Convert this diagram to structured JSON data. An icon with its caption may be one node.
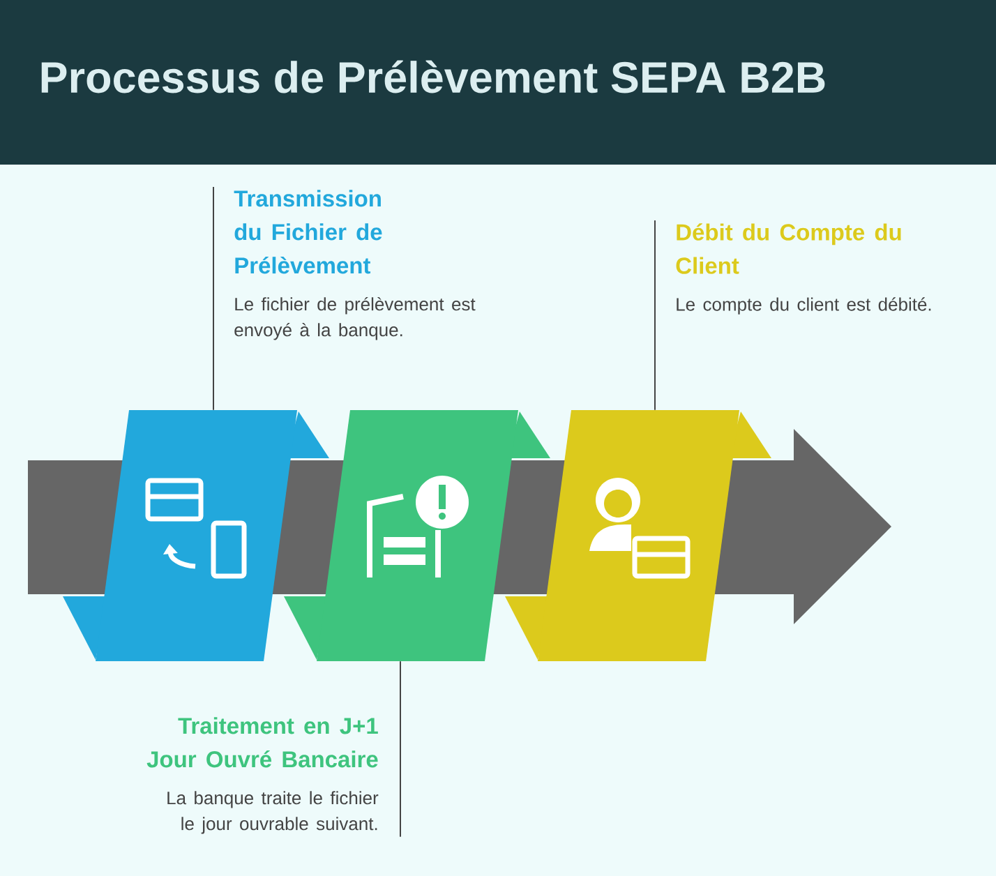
{
  "diagram": {
    "title": "Processus de Prélèvement SEPA B2B",
    "nodes": [
      {
        "text": [],
        "shape": "parallelogram"
      },
      {
        "text": [],
        "shape": "parallelogram"
      },
      {
        "text": [],
        "shape": "parallelogram"
      },
      {
        "text": [
          "Transmission du Fichier de Prélèvement",
          "Le fichier de prélèvement est envoyé à la banque."
        ]
      },
      {
        "text": [
          "Traitement en J+1 Jour Ouvré Bancaire",
          "La banque traite le fichier le jour ouvrable suivant."
        ]
      },
      {
        "text": [
          "Débit du Compte du Client",
          "Le compte du client est débité."
        ]
      }
    ],
    "edges": [
      {
        "from": 3,
        "to": 0,
        "arrow": "none"
      },
      {
        "from": 4,
        "to": 1,
        "arrow": "none"
      },
      {
        "from": 5,
        "to": 2,
        "arrow": "none"
      }
    ]
  }
}
